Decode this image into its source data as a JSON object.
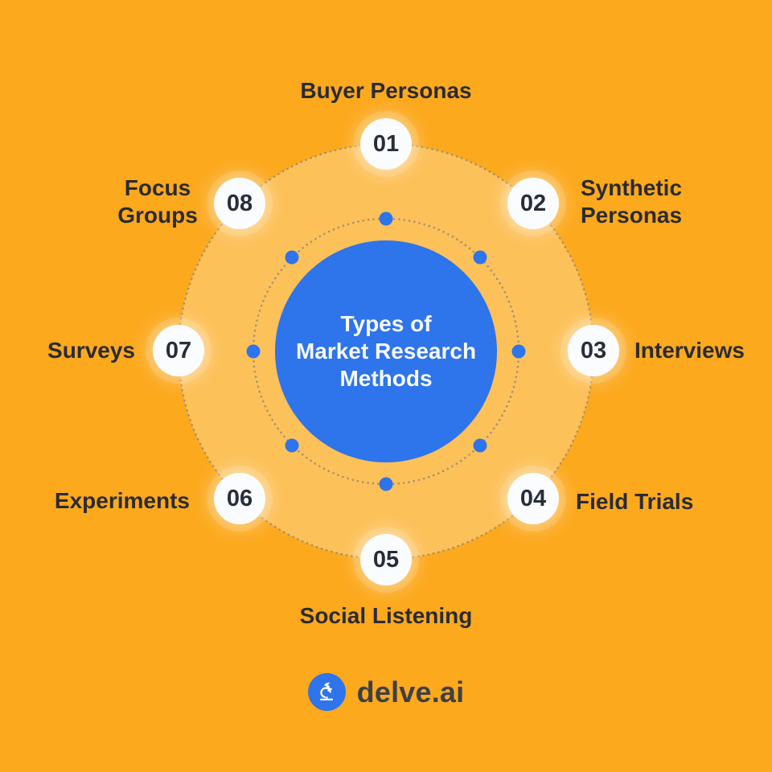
{
  "title": {
    "lines": [
      "Types of",
      "Market Research",
      "Methods"
    ]
  },
  "items": [
    {
      "number": "01",
      "label": "Buyer Personas"
    },
    {
      "number": "02",
      "label": "Synthetic Personas"
    },
    {
      "number": "03",
      "label": "Interviews"
    },
    {
      "number": "04",
      "label": "Field Trials"
    },
    {
      "number": "05",
      "label": "Social Listening"
    },
    {
      "number": "06",
      "label": "Experiments"
    },
    {
      "number": "07",
      "label": "Surveys"
    },
    {
      "number": "08",
      "label": "Focus Groups"
    }
  ],
  "footer": {
    "brand": "delve.ai",
    "logo_icon": "microscope-icon"
  },
  "colors": {
    "background": "#FCA91E",
    "inner_disc": "#FDC159",
    "accent_blue": "#2E74EB",
    "badge_bg": "#FBFCFF",
    "number_text": "#272D3B",
    "label_text": "#2B2B31",
    "center_text": "#F7FAFF",
    "brand_text": "#3F3F43",
    "ring_dots": "#8F8A7C"
  }
}
